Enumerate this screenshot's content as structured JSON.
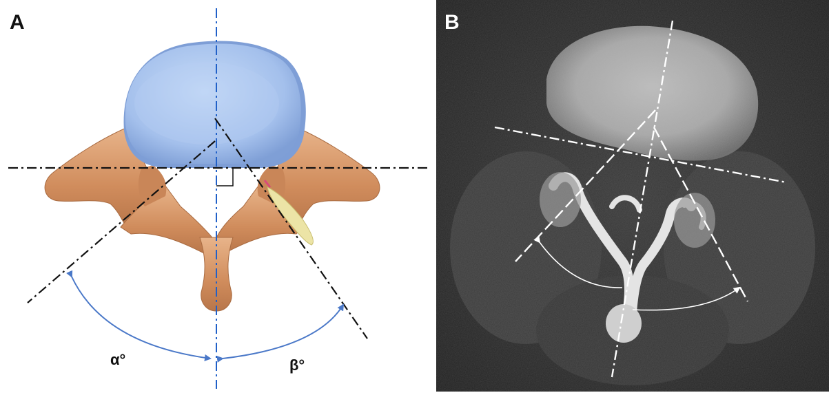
{
  "panels": {
    "a": {
      "label": "A",
      "alpha_label": "α°",
      "beta_label": "β°"
    },
    "b": {
      "label": "B"
    }
  },
  "colors": {
    "vertebral_body": "#a8c4ee",
    "posterior_elements": "#d79a6c",
    "facet": "#e8e0a0",
    "axis_line": "#2060c8",
    "reference_line": "#111111",
    "arc": "#4a78c8",
    "ct_background": "#2a2a2a",
    "ct_overlay": "#ffffff"
  },
  "icons": {
    "right_angle_marker": "right-angle-icon"
  }
}
